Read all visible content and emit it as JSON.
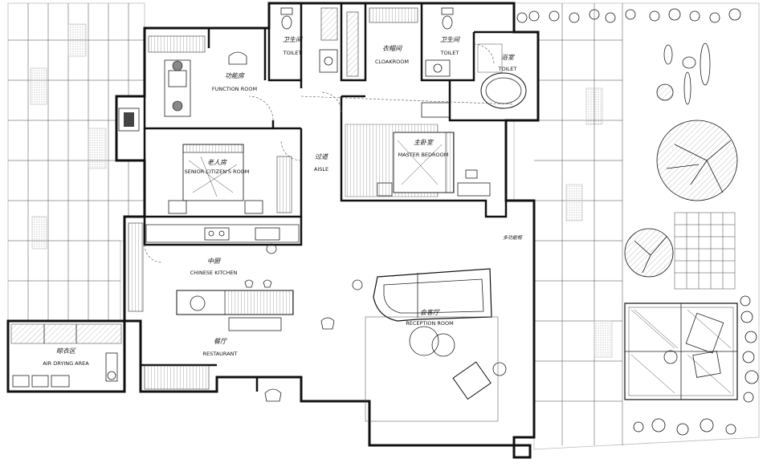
{
  "rooms": {
    "toilet_left": {
      "cn": "卫生间",
      "en": "TOILET"
    },
    "cloakroom": {
      "cn": "衣帽间",
      "en": "CLOAKROOM"
    },
    "toilet_mid": {
      "cn": "卫生间",
      "en": "TOILET"
    },
    "toilet_right": {
      "cn": "浴室",
      "en": "TOILET"
    },
    "function_room": {
      "cn": "功能房",
      "en": "FUNCTION ROOM"
    },
    "senior_room": {
      "cn": "老人房",
      "en": "SENIOR CITIZEN'S ROOM"
    },
    "aisle": {
      "cn": "过道",
      "en": "AISLE"
    },
    "master": {
      "cn": "主卧室",
      "en": "MASTER BEDROOM"
    },
    "kitchen": {
      "cn": "中厨",
      "en": "CHINESE KITCHEN"
    },
    "reception": {
      "cn": "会客厅",
      "en": "RECEPTION ROOM"
    },
    "restaurant": {
      "cn": "餐厅",
      "en": "RESTAURANT"
    },
    "air_drying": {
      "cn": "晾衣区",
      "en": "AIR DRYING AREA"
    }
  },
  "notes": {
    "window_note": "多功能柜"
  },
  "colors": {
    "wall": "#111111",
    "paving": "#bbbbbb",
    "background": "#ffffff"
  }
}
